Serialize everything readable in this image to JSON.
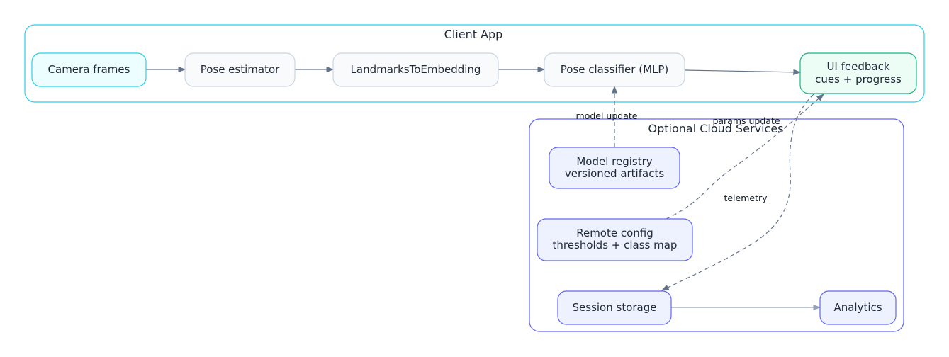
{
  "clusters": {
    "client_app": {
      "label": "Client App"
    },
    "cloud": {
      "label": "Optional Cloud Services"
    }
  },
  "nodes": {
    "camera_frames": {
      "lines": [
        "Camera frames"
      ]
    },
    "pose_estimator": {
      "lines": [
        "Pose estimator"
      ]
    },
    "landmarks_to_embedding": {
      "lines": [
        "LandmarksToEmbedding"
      ]
    },
    "pose_classifier": {
      "lines": [
        "Pose classifier (MLP)"
      ]
    },
    "ui_feedback": {
      "lines": [
        "UI feedback",
        "cues + progress"
      ]
    },
    "model_registry": {
      "lines": [
        "Model registry",
        "versioned artifacts"
      ]
    },
    "remote_config": {
      "lines": [
        "Remote config",
        "thresholds + class map"
      ]
    },
    "session_storage": {
      "lines": [
        "Session storage"
      ]
    },
    "analytics": {
      "lines": [
        "Analytics"
      ]
    }
  },
  "edges": [
    {
      "from": "camera_frames",
      "to": "pose_estimator",
      "style": "solid",
      "label": ""
    },
    {
      "from": "pose_estimator",
      "to": "landmarks_to_embedding",
      "style": "solid",
      "label": ""
    },
    {
      "from": "landmarks_to_embedding",
      "to": "pose_classifier",
      "style": "solid",
      "label": ""
    },
    {
      "from": "pose_classifier",
      "to": "ui_feedback",
      "style": "solid",
      "label": ""
    },
    {
      "from": "model_registry",
      "to": "pose_classifier",
      "style": "dashed",
      "label": "model update"
    },
    {
      "from": "remote_config",
      "to": "ui_feedback",
      "style": "dashed",
      "label": "params update"
    },
    {
      "from": "ui_feedback",
      "to": "session_storage",
      "style": "dashed",
      "label": "telemetry"
    },
    {
      "from": "session_storage",
      "to": "analytics",
      "style": "solid",
      "label": ""
    }
  ],
  "colors": {
    "client_border": "#22d3ee",
    "cloud_border": "#6366f1",
    "input_fill": "#ecfeff",
    "input_border": "#22d3ee",
    "process_fill": "#f8fafc",
    "process_border": "#cbd5e1",
    "output_fill": "#ecfdf5",
    "output_border": "#10b981",
    "cloud_fill": "#eef2ff",
    "cloud_node_border": "#6366f1",
    "edge": "#64748b",
    "edge_light": "#94a3b8",
    "text": "#1f2937"
  }
}
